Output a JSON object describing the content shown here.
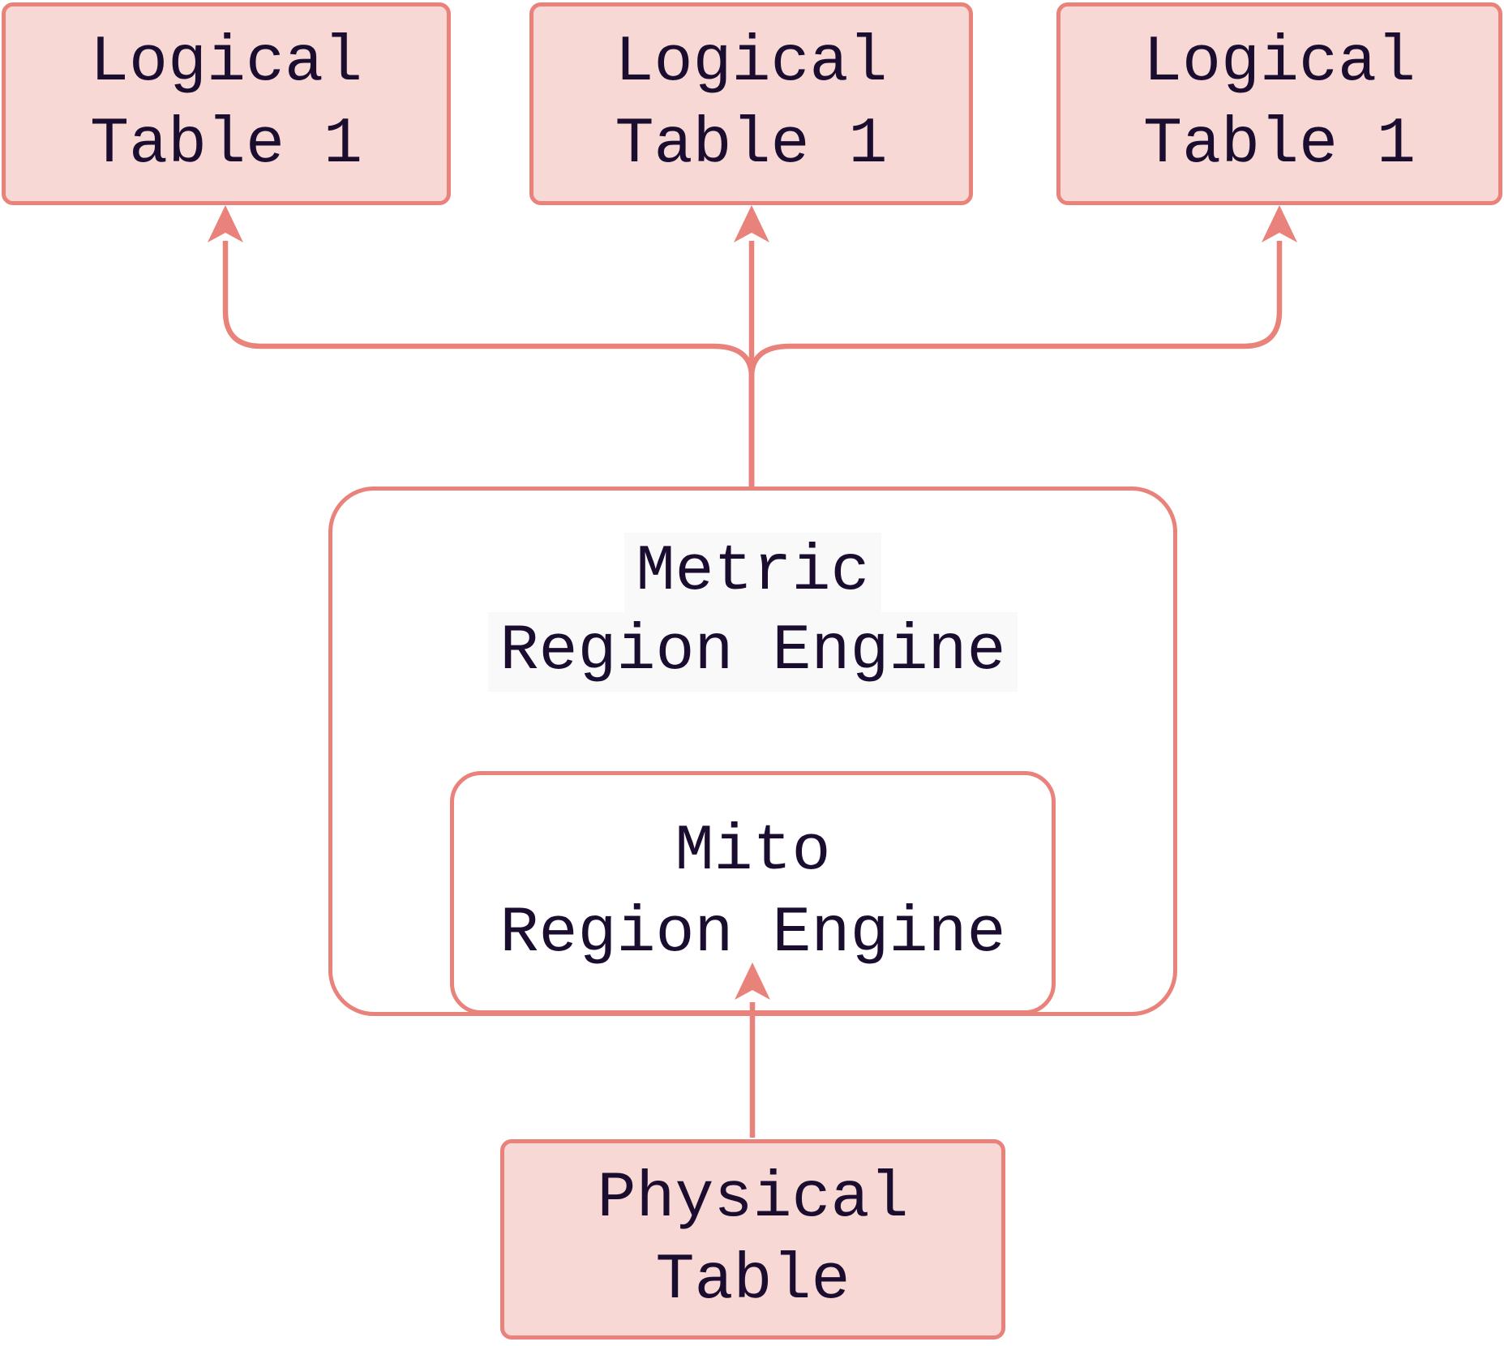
{
  "colors": {
    "accent": "#e8827a",
    "node_fill": "#f7d8d5",
    "text": "#1a0d2f",
    "label_bg": "#f9f9f9",
    "canvas": "#ffffff"
  },
  "nodes": {
    "logical_table_1": {
      "lines": [
        "Logical",
        "Table 1"
      ]
    },
    "logical_table_2": {
      "lines": [
        "Logical",
        "Table 1"
      ]
    },
    "logical_table_3": {
      "lines": [
        "Logical",
        "Table 1"
      ]
    },
    "metric_region_engine": {
      "lines": [
        "Metric",
        "Region Engine"
      ]
    },
    "mito_region_engine": {
      "lines": [
        "Mito",
        "Region Engine"
      ]
    },
    "physical_table": {
      "lines": [
        "Physical",
        "Table"
      ]
    }
  },
  "edges": [
    {
      "from": "metric_region_engine",
      "to": "logical_table_1"
    },
    {
      "from": "metric_region_engine",
      "to": "logical_table_2"
    },
    {
      "from": "metric_region_engine",
      "to": "logical_table_3"
    },
    {
      "from": "physical_table",
      "to": "mito_region_engine"
    }
  ]
}
